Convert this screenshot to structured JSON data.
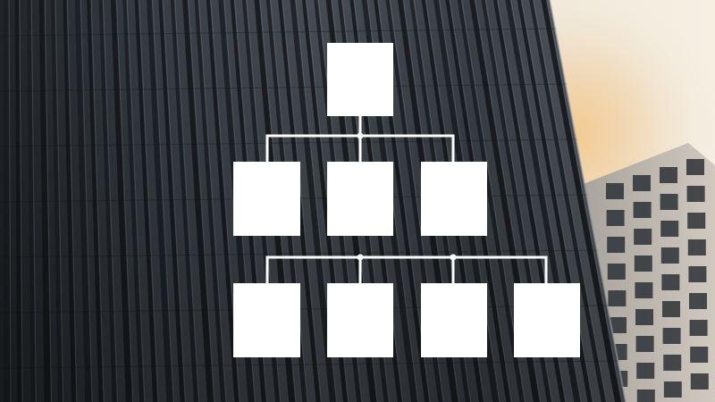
{
  "background": {
    "subject": "glass-office-towers-photo",
    "colors": {
      "sky": "#ece6da",
      "sun_glow": "#f3c98a",
      "tower_glass": "#3b4148",
      "tower_glass_dark": "#1f2327",
      "mullion": "#15181b",
      "mullion_light": "#8a9097",
      "side_building": "#c9c3bb",
      "side_building_shadow": "#8c8780"
    }
  },
  "org_chart": {
    "box_color": "#ffffff",
    "connector_color": "#ffffff",
    "levels": [
      {
        "name": "level-1",
        "count": 1
      },
      {
        "name": "level-2",
        "count": 3
      },
      {
        "name": "level-3",
        "count": 4
      }
    ]
  }
}
